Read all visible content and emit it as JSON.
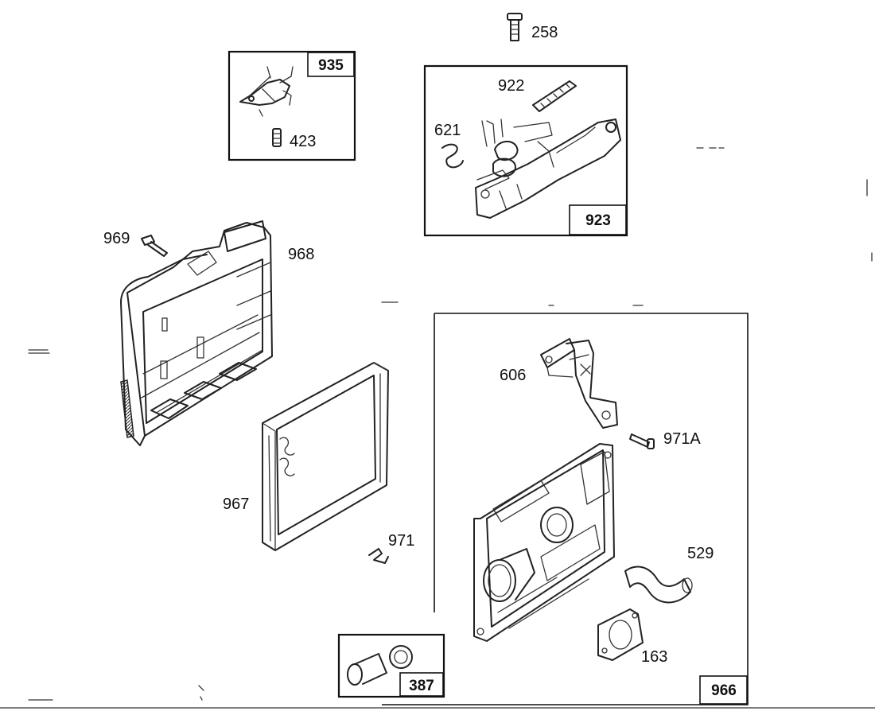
{
  "diagram": {
    "colors": {
      "ink": "#111111",
      "paper": "#ffffff"
    },
    "kit_boxes": [
      {
        "id": "935",
        "label": "935"
      },
      {
        "id": "923",
        "label": "923"
      },
      {
        "id": "387",
        "label": "387"
      },
      {
        "id": "966",
        "label": "966"
      }
    ],
    "part_labels": {
      "p258": "258",
      "p423": "423",
      "p922": "922",
      "p621": "621",
      "p969": "969",
      "p968": "968",
      "p606": "606",
      "p971A": "971A",
      "p967": "967",
      "p971": "971",
      "p529": "529",
      "p163": "163"
    }
  }
}
